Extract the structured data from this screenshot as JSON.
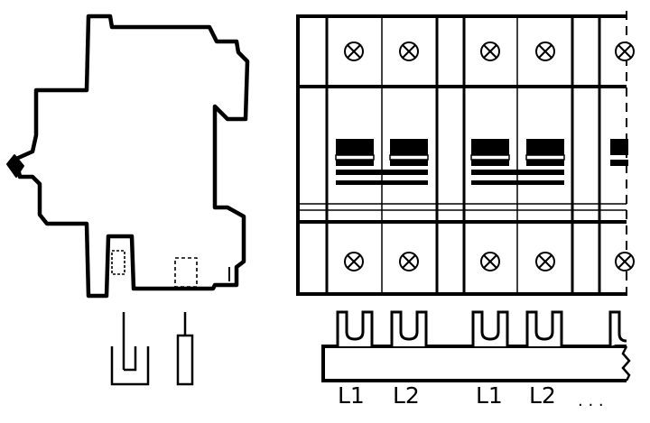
{
  "diagram": {
    "phase_labels": [
      "L1",
      "L2",
      "L1",
      "L2"
    ],
    "continuation": ". . .",
    "line_color": "#000000",
    "background": "#ffffff"
  }
}
